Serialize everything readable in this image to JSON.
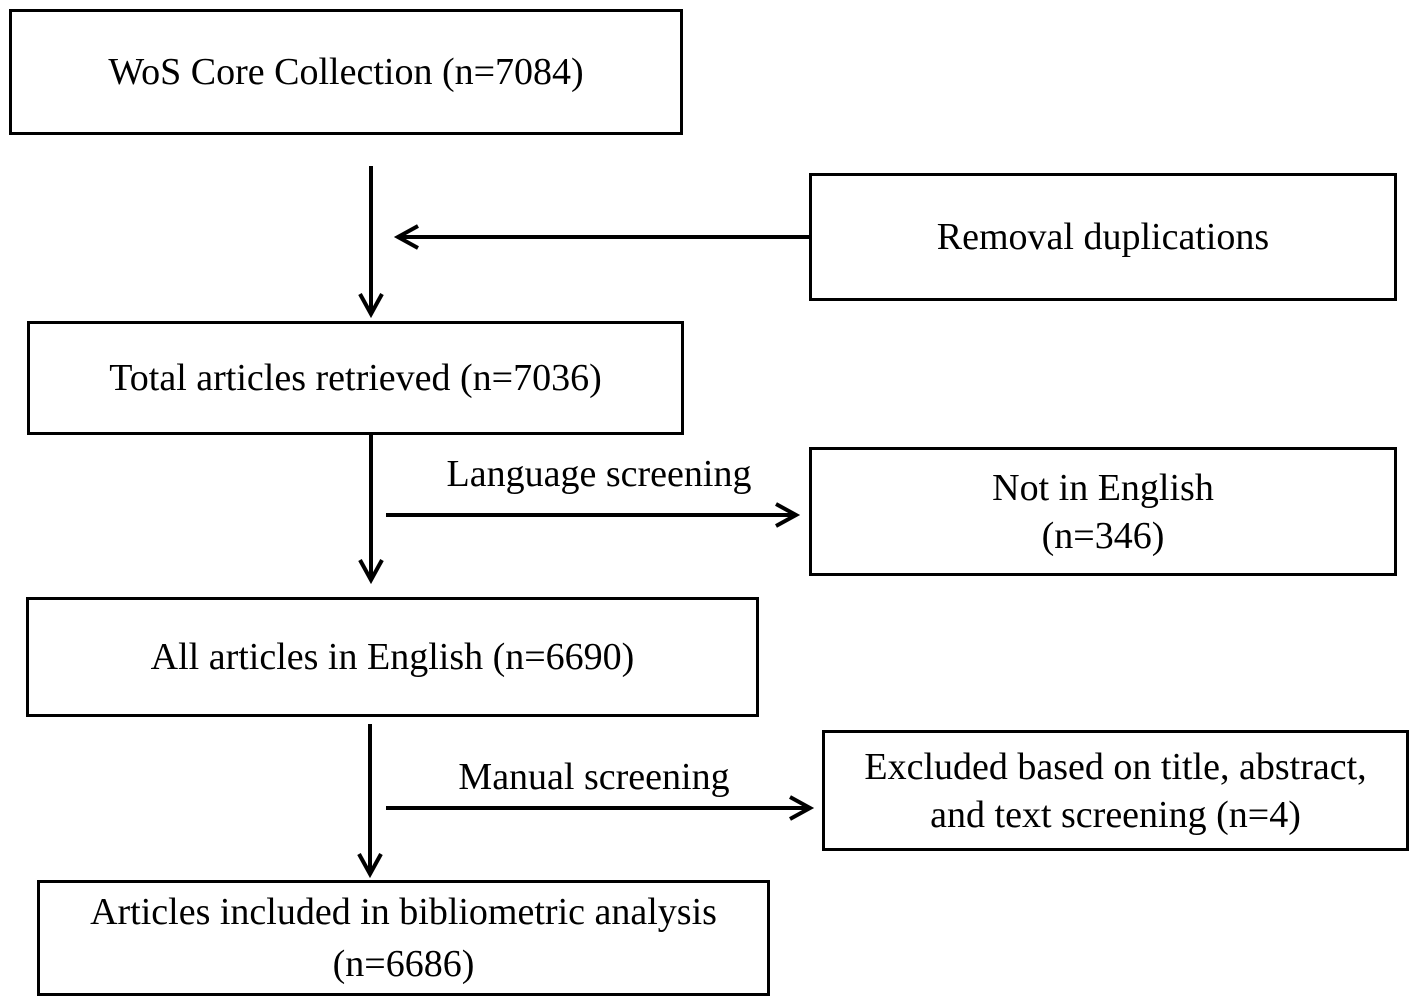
{
  "flowchart": {
    "main": {
      "wos": {
        "text": "WoS Core Collection (n=7084)"
      },
      "total": {
        "text": "Total articles retrieved (n=7036)"
      },
      "english": {
        "text": "All articles in English (n=6690)"
      },
      "included": {
        "line1": "Articles included in bibliometric analysis",
        "line2": "(n=6686)"
      }
    },
    "side": {
      "removal": {
        "text": "Removal duplications"
      },
      "not_english": {
        "line1": "Not in English",
        "line2": "(n=346)"
      },
      "excluded": {
        "line1": "Excluded based on title, abstract,",
        "line2": "and text screening (n=4)"
      }
    },
    "edge_labels": {
      "language": "Language screening",
      "manual": "Manual screening"
    }
  }
}
